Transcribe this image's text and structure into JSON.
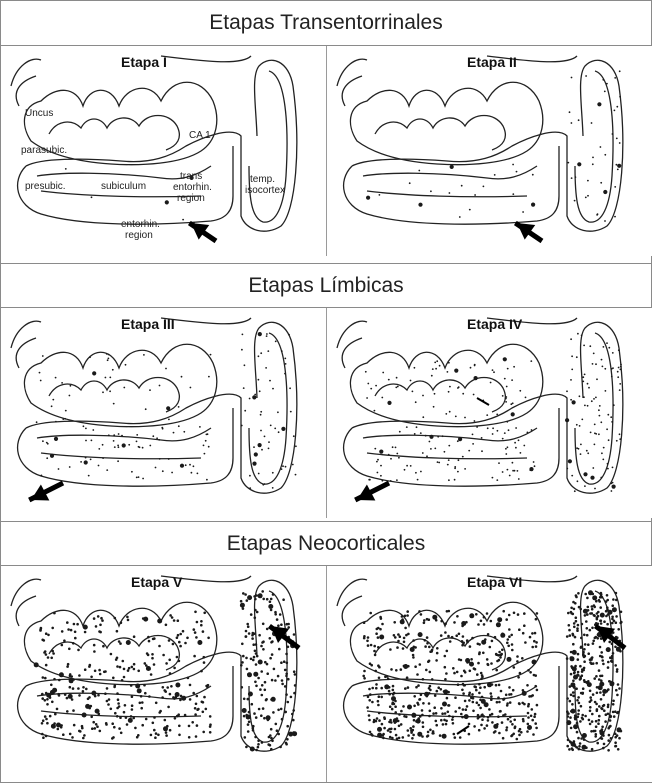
{
  "rows": [
    {
      "header": "Etapas Transentorrinales",
      "panels": [
        {
          "label": "Etapa I"
        },
        {
          "label": "Etapa II"
        }
      ]
    },
    {
      "header": "Etapas Límbicas",
      "panels": [
        {
          "label": "Etapa III"
        },
        {
          "label": "Etapa IV"
        }
      ]
    },
    {
      "header": "Etapas Neocorticales",
      "panels": [
        {
          "label": "Etapa V"
        },
        {
          "label": "Etapa VI"
        }
      ]
    }
  ],
  "anatomy_labels": {
    "uncus": "Uncus",
    "ca1": "CA 1",
    "parasubic": "parasubic.",
    "presubic": "presubic.",
    "subiculum": "subiculum",
    "trans1": "trans",
    "trans2": "entorhin.",
    "trans3": "region",
    "temp1": "temp.",
    "temp2": "isocortex",
    "ento1": "entorhin.",
    "ento2": "region"
  },
  "colors": {
    "line": "#222222",
    "border": "#8a8a8a",
    "stipple": "#1a1a1a"
  }
}
